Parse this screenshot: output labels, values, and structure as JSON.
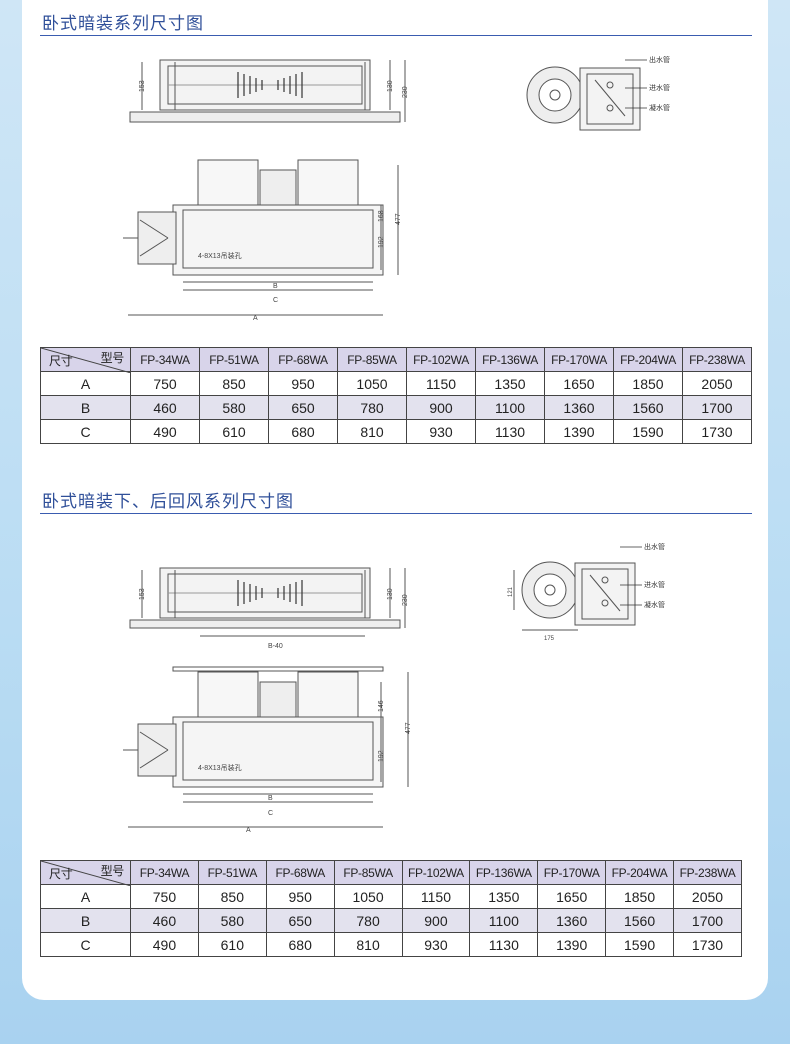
{
  "section1": {
    "title": "卧式暗装系列尺寸图",
    "drawing_labels": {
      "h153": "153",
      "h130": "130",
      "h230": "230",
      "h477": "477",
      "h168": "168",
      "h192": "192",
      "holes": "4-8X13吊装孔",
      "B": "B",
      "C": "C",
      "A": "A",
      "outlet": "出水管",
      "inlet": "进水管",
      "drain": "凝水管"
    }
  },
  "section2": {
    "title": "卧式暗装下、后回风系列尺寸图",
    "drawing_labels": {
      "h153": "153",
      "h130": "130",
      "h230": "230",
      "b40": "B-40",
      "h477": "477",
      "h146": "146",
      "h192": "192",
      "holes": "4-8X13吊装孔",
      "B": "B",
      "C": "C",
      "A": "A",
      "outlet": "出水管",
      "inlet": "进水管",
      "drain": "凝水管",
      "v121": "121",
      "w175": "175"
    }
  },
  "table": {
    "corner_model": "型号",
    "corner_size": "尺寸",
    "models": [
      "FP-34WA",
      "FP-51WA",
      "FP-68WA",
      "FP-85WA",
      "FP-102WA",
      "FP-136WA",
      "FP-170WA",
      "FP-204WA",
      "FP-238WA"
    ],
    "rows": [
      {
        "label": "A",
        "values": [
          "750",
          "850",
          "950",
          "1050",
          "1150",
          "1350",
          "1650",
          "1850",
          "2050"
        ]
      },
      {
        "label": "B",
        "values": [
          "460",
          "580",
          "650",
          "780",
          "900",
          "1100",
          "1360",
          "1560",
          "1700"
        ]
      },
      {
        "label": "C",
        "values": [
          "490",
          "610",
          "680",
          "810",
          "930",
          "1130",
          "1390",
          "1590",
          "1730"
        ]
      }
    ]
  },
  "colors": {
    "title": "#2f4f99",
    "rule": "#3a5cb0",
    "header_bg": "#d8d4ea",
    "row_alt": "#e3e2ee"
  }
}
